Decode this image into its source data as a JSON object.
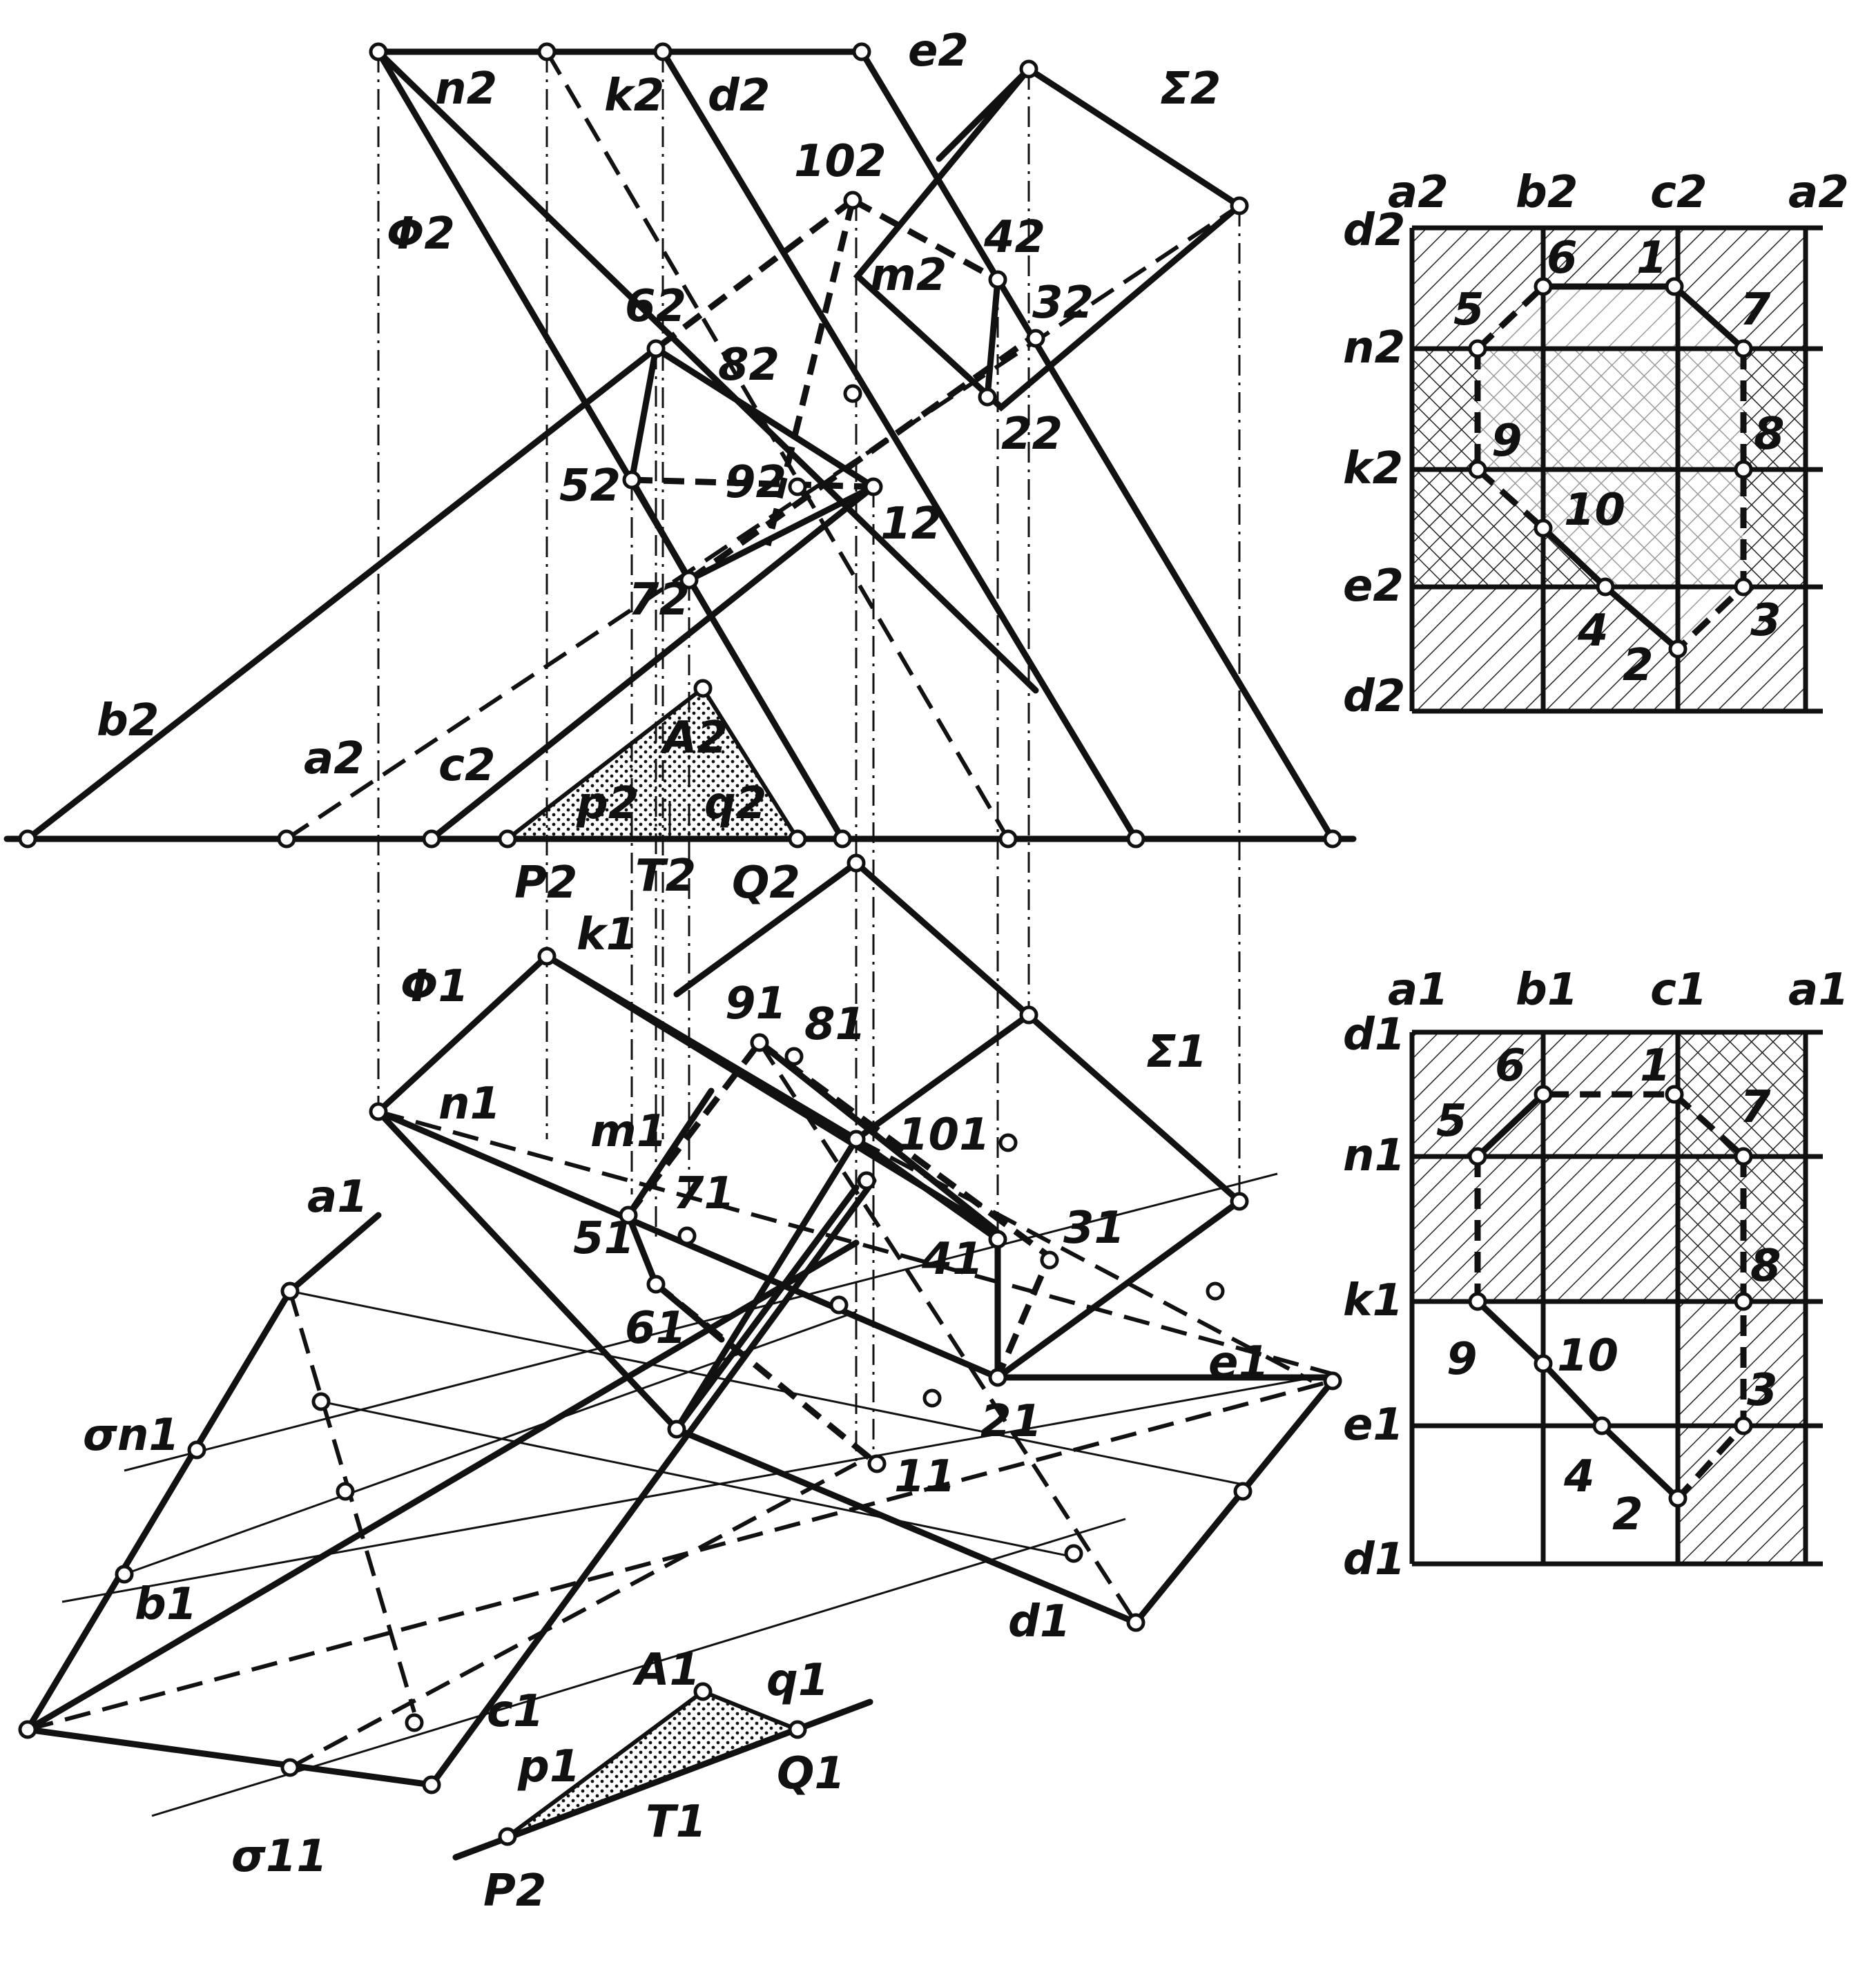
{
  "labels_front": {
    "n": "n2",
    "k": "k2",
    "d": "d2",
    "e": "e2",
    "sigma": "Σ2",
    "phi": "Φ2",
    "m": "m2",
    "p10": "102",
    "p4": "42",
    "p3": "32",
    "p6": "62",
    "p8": "82",
    "p2": "22",
    "p5": "52",
    "p9": "92",
    "p1": "12",
    "p7": "72",
    "b": "b2",
    "a": "a2",
    "c": "c2",
    "A": "A2",
    "p": "p2",
    "q": "q2",
    "P": "P2",
    "T": "T2",
    "Q": "Q2"
  },
  "labels_top": {
    "k": "k1",
    "phi": "Φ1",
    "p9": "91",
    "p8": "81",
    "sigma": "Σ1",
    "n": "n1",
    "m": "m1",
    "p10": "101",
    "p7": "71",
    "p5": "51",
    "p3": "31",
    "p4": "41",
    "p6": "61",
    "e": "e1",
    "p2": "21",
    "p1": "11",
    "a": "a1",
    "sigma_n": "σn1",
    "b": "b1",
    "d": "d1",
    "c": "c1",
    "A": "A1",
    "q": "q1",
    "Q": "Q1",
    "p": "p1",
    "T": "T1",
    "sigma_1": "σ11",
    "P": "P2"
  },
  "grid_front": {
    "cols": [
      "a2",
      "b2",
      "c2",
      "a2"
    ],
    "rows": [
      "d2",
      "n2",
      "k2",
      "e2",
      "d2"
    ],
    "points": [
      "5",
      "6",
      "1",
      "7",
      "9",
      "8",
      "10",
      "4",
      "3",
      "2"
    ]
  },
  "grid_top": {
    "cols": [
      "a1",
      "b1",
      "c1",
      "a1"
    ],
    "rows": [
      "d1",
      "n1",
      "k1",
      "e1",
      "d1"
    ],
    "points": [
      "6",
      "1",
      "5",
      "7",
      "8",
      "9",
      "10",
      "3",
      "4",
      "2"
    ]
  }
}
